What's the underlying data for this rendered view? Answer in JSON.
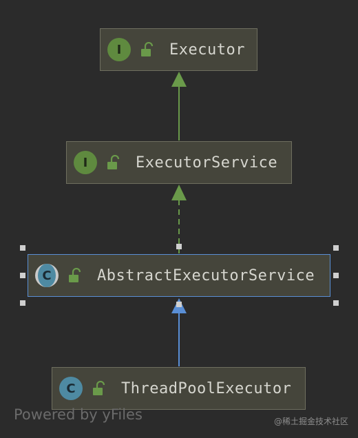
{
  "diagram": {
    "nodes": [
      {
        "id": "executor",
        "kind": "interface",
        "badge": "I",
        "lock_icon": "unlocked-padlock-icon",
        "label": "Executor"
      },
      {
        "id": "executor_service",
        "kind": "interface",
        "badge": "I",
        "lock_icon": "unlocked-padlock-icon",
        "label": "ExecutorService"
      },
      {
        "id": "abstract_executor_service",
        "kind": "abstract-class",
        "badge": "C",
        "lock_icon": "unlocked-padlock-icon",
        "label": "AbstractExecutorService",
        "selected": true
      },
      {
        "id": "thread_pool_executor",
        "kind": "class",
        "badge": "C",
        "lock_icon": "unlocked-padlock-icon",
        "label": "ThreadPoolExecutor"
      }
    ],
    "edges": [
      {
        "from": "executor_service",
        "to": "executor",
        "style": "solid",
        "color": "#6a9a4a",
        "relation": "extends"
      },
      {
        "from": "abstract_executor_service",
        "to": "executor_service",
        "style": "dashed",
        "color": "#6a9a4a",
        "relation": "implements"
      },
      {
        "from": "thread_pool_executor",
        "to": "abstract_executor_service",
        "style": "solid",
        "color": "#5a8fd6",
        "relation": "extends"
      }
    ],
    "colors": {
      "background": "#2b2b2b",
      "node_fill": "#45453b",
      "interface_badge": "#5f8a3f",
      "class_badge": "#4e8aa2",
      "selection": "#5a8fd6"
    }
  },
  "footer": {
    "powered_by": "Powered by yFiles"
  },
  "watermark": {
    "text": "@稀土掘金技术社区"
  }
}
